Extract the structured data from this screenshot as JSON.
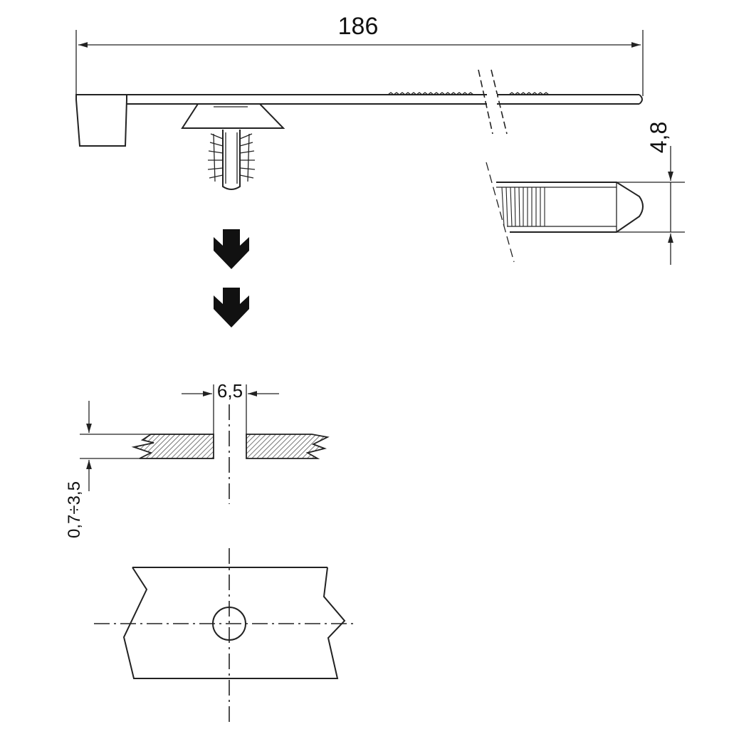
{
  "drawing": {
    "dimensions": {
      "overall_length": "186",
      "tie_width": "4,8",
      "hole_diameter": "6,5",
      "panel_thickness": "0,7÷3,5"
    },
    "colors": {
      "line": "#222222",
      "hatch": "#555555",
      "arrow": "#111111",
      "background": "#ffffff"
    },
    "icons": [
      "arrow-down-icon",
      "arrow-down-icon"
    ]
  }
}
